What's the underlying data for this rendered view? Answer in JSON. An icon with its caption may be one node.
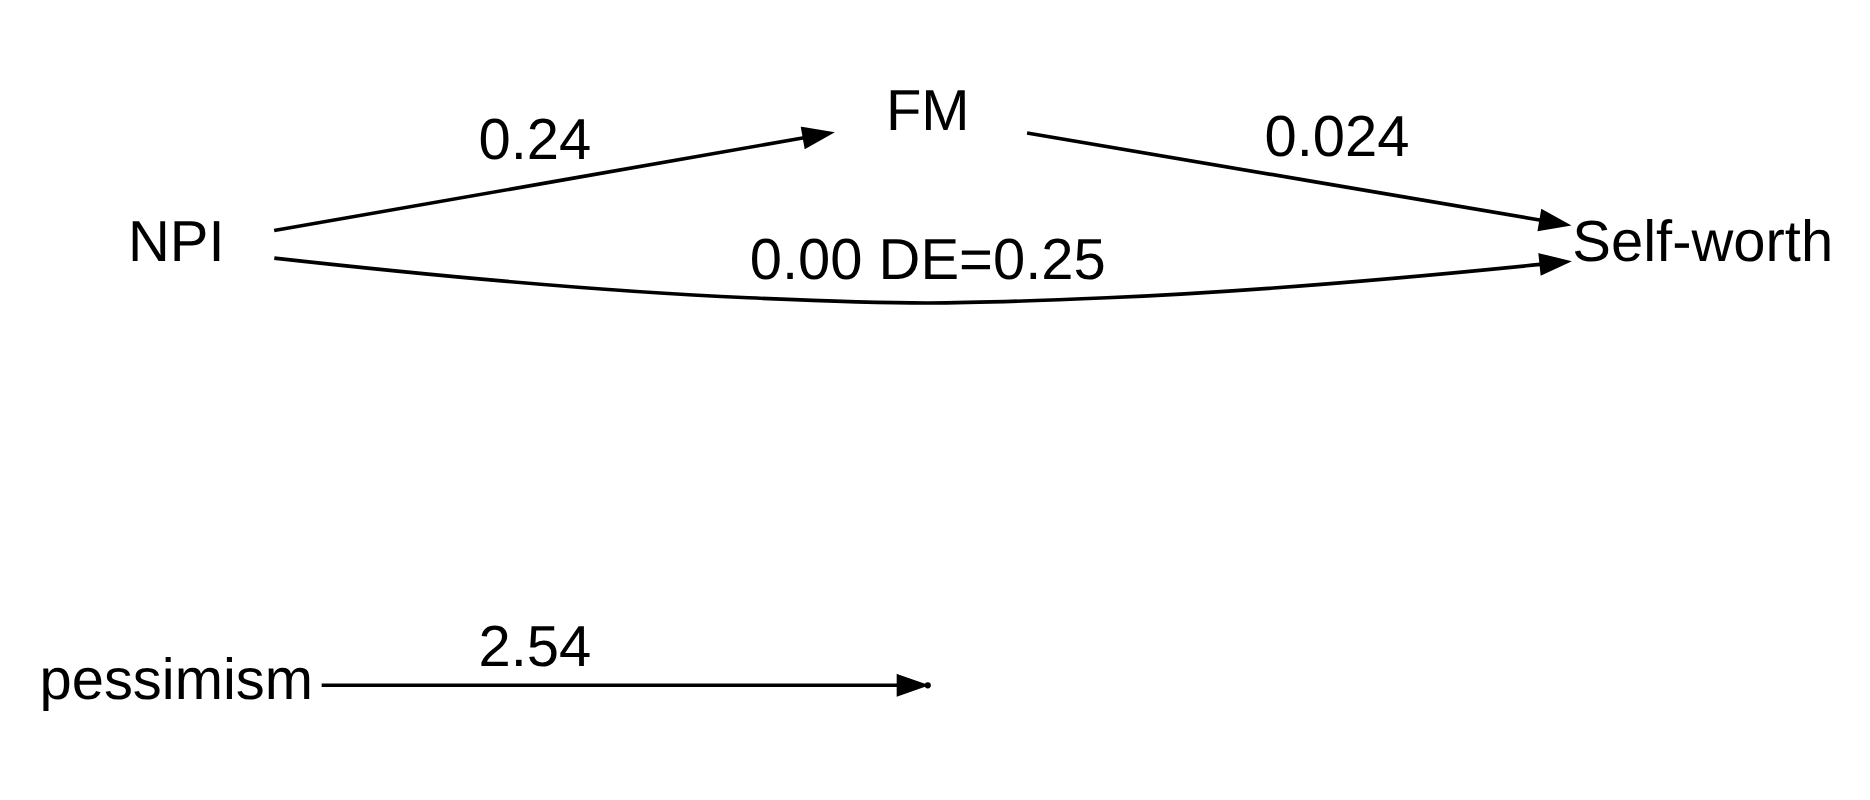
{
  "diagram": {
    "nodes": [
      {
        "text": [
          "pessimism"
        ]
      },
      {
        "text": [
          "FM"
        ]
      },
      {
        "text": [
          "NPI"
        ]
      },
      {
        "text": [
          "Self-worth"
        ]
      }
    ],
    "edges": [
      {
        "from": 2,
        "to": 1,
        "arrow": "to",
        "label": "0.24"
      },
      {
        "from": 1,
        "to": 3,
        "arrow": "to",
        "label": "0.024"
      },
      {
        "from": 2,
        "to": 3,
        "arrow": "to",
        "label": "0.00 DE=0.25"
      },
      {
        "from": 0,
        "to": null,
        "arrow": "to",
        "label": "2.54"
      }
    ]
  }
}
